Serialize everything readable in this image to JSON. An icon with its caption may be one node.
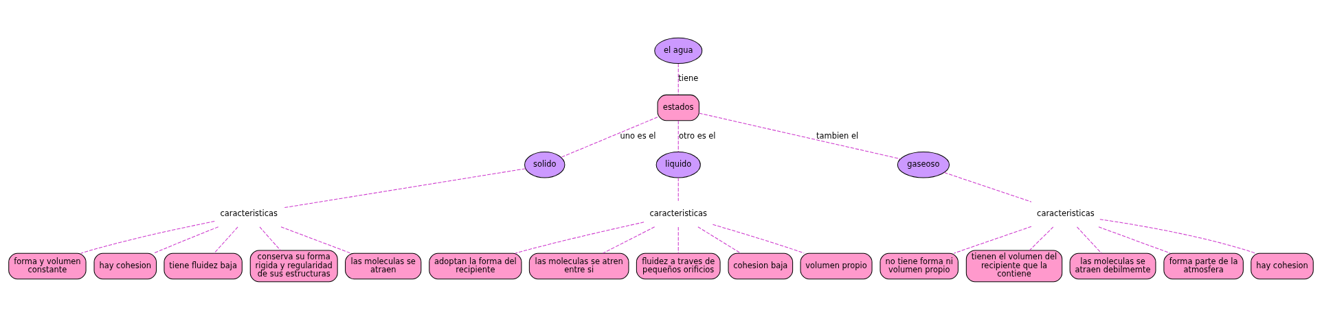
{
  "diagram": {
    "nodes": [
      {
        "text": [
          "el agua"
        ]
      },
      {
        "text": [
          "estados"
        ]
      },
      {
        "text": [
          "solido"
        ]
      },
      {
        "text": [
          "liquido"
        ]
      },
      {
        "text": [
          "gaseoso"
        ]
      },
      {
        "text": [
          "caracteristicas"
        ]
      },
      {
        "text": [
          "caracteristicas"
        ]
      },
      {
        "text": [
          "caracteristicas"
        ]
      },
      {
        "text": [
          "forma y volumen constante"
        ]
      },
      {
        "text": [
          "hay cohesion"
        ]
      },
      {
        "text": [
          "tiene fluidez baja"
        ]
      },
      {
        "text": [
          "conserva su forma rigida y regularidad de sus estructuras"
        ]
      },
      {
        "text": [
          "las moleculas se atraen"
        ]
      },
      {
        "text": [
          "adoptan la forma del recipiente"
        ]
      },
      {
        "text": [
          "las moleculas se atren entre si"
        ]
      },
      {
        "text": [
          "fluidez a traves de pequeños orificios"
        ]
      },
      {
        "text": [
          "cohesion baja"
        ]
      },
      {
        "text": [
          "volumen propio"
        ]
      },
      {
        "text": [
          "no tiene forma ni volumen propio"
        ]
      },
      {
        "text": [
          "tienen el volumen del recipiente que la contiene"
        ]
      },
      {
        "text": [
          "las moleculas se atraen debilmemte"
        ]
      },
      {
        "text": [
          "forma parte de la atmosfera"
        ]
      },
      {
        "text": [
          "hay cohesion"
        ]
      }
    ],
    "edges": [
      {
        "from": 0,
        "to": 1,
        "arrow": "none",
        "style": "dashed",
        "label": "tiene"
      },
      {
        "from": 1,
        "to": 2,
        "arrow": "none",
        "style": "dashed",
        "label": "uno es el"
      },
      {
        "from": 1,
        "to": 3,
        "arrow": "none",
        "style": "dashed",
        "label": "otro es el"
      },
      {
        "from": 1,
        "to": 4,
        "arrow": "none",
        "style": "dashed",
        "label": "tambien el"
      },
      {
        "from": 2,
        "to": 5,
        "arrow": "none",
        "style": "dashed"
      },
      {
        "from": 3,
        "to": 6,
        "arrow": "none",
        "style": "dashed"
      },
      {
        "from": 4,
        "to": 7,
        "arrow": "none",
        "style": "dashed"
      },
      {
        "from": 5,
        "to": 8,
        "arrow": "none",
        "style": "dashed"
      },
      {
        "from": 5,
        "to": 9,
        "arrow": "none",
        "style": "dashed"
      },
      {
        "from": 5,
        "to": 10,
        "arrow": "none",
        "style": "dashed"
      },
      {
        "from": 5,
        "to": 11,
        "arrow": "none",
        "style": "dashed"
      },
      {
        "from": 5,
        "to": 12,
        "arrow": "none",
        "style": "dashed"
      },
      {
        "from": 6,
        "to": 13,
        "arrow": "none",
        "style": "dashed"
      },
      {
        "from": 6,
        "to": 14,
        "arrow": "none",
        "style": "dashed"
      },
      {
        "from": 6,
        "to": 15,
        "arrow": "none",
        "style": "dashed"
      },
      {
        "from": 6,
        "to": 16,
        "arrow": "none",
        "style": "dashed"
      },
      {
        "from": 6,
        "to": 17,
        "arrow": "none",
        "style": "dashed"
      },
      {
        "from": 7,
        "to": 18,
        "arrow": "none",
        "style": "dashed"
      },
      {
        "from": 7,
        "to": 19,
        "arrow": "none",
        "style": "dashed"
      },
      {
        "from": 7,
        "to": 20,
        "arrow": "none",
        "style": "dashed"
      },
      {
        "from": 7,
        "to": 21,
        "arrow": "none",
        "style": "dashed"
      },
      {
        "from": 7,
        "to": 22,
        "arrow": "none",
        "style": "dashed"
      }
    ]
  }
}
